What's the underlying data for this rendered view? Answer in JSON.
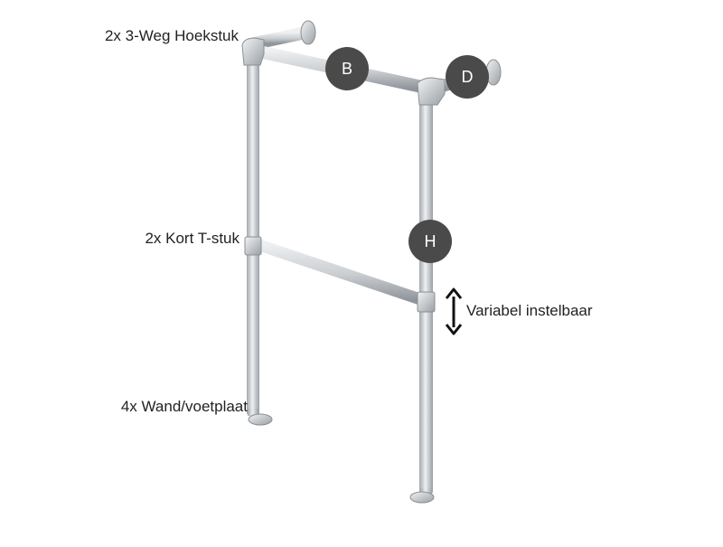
{
  "labels": {
    "corner_piece": "2x 3-Weg Hoekstuk",
    "tee_piece": "2x Kort T-stuk",
    "foot_plate": "4x Wand/voetplaat",
    "adjustable": "Variabel instelbaar"
  },
  "badges": {
    "b": "B",
    "d": "D",
    "h": "H"
  },
  "colors": {
    "badge": "#4a4a4a",
    "pipe_light": "#e4e6e8",
    "pipe_dark": "#9ea3a8",
    "text": "#222222",
    "arrow": "#111111"
  },
  "icons": {
    "adjust": "double-headed-vertical-arrow-icon"
  }
}
